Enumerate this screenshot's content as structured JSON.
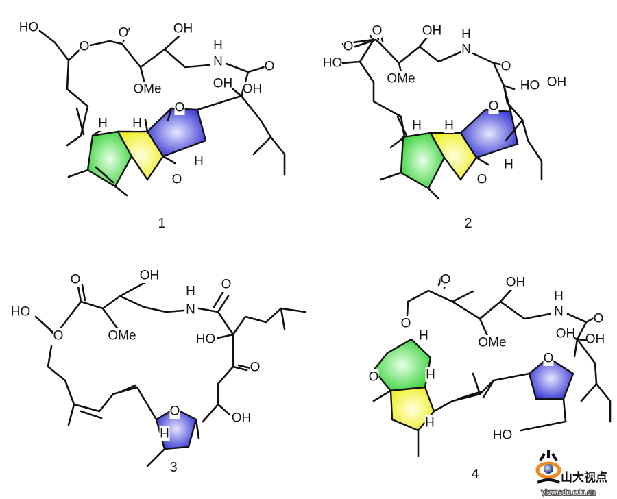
{
  "compounds": [
    {
      "label": "1",
      "atoms": [
        "HO",
        "O",
        "O",
        "OH",
        "H",
        "N",
        "O",
        "OMe",
        "OH",
        "OH",
        "O",
        "H",
        "H",
        "H",
        "O"
      ]
    },
    {
      "label": "2",
      "atoms": [
        "O",
        "O",
        "OH",
        "H",
        "N",
        "O",
        "HO",
        "OMe",
        "HO",
        "OH",
        "O",
        "H",
        "H",
        "H",
        "O"
      ]
    },
    {
      "label": "3",
      "atoms": [
        "O",
        "OH",
        "H",
        "N",
        "O",
        "HO",
        "O",
        "OMe",
        "HO",
        "O",
        "O",
        "H",
        "OH"
      ]
    },
    {
      "label": "4",
      "atoms": [
        "O",
        "OH",
        "H",
        "N",
        "O",
        "O",
        "H",
        "OMe",
        "OH",
        "OH",
        "O",
        "O",
        "H",
        "H",
        "HO"
      ]
    }
  ],
  "ring_colors": {
    "green": "#3fd43f",
    "yellow": "#f2f230",
    "blue": "#3a3ad8"
  },
  "watermark": {
    "name": "山大视点",
    "url": "view.sdu.edu.cn",
    "accent": "#f08a1c"
  }
}
